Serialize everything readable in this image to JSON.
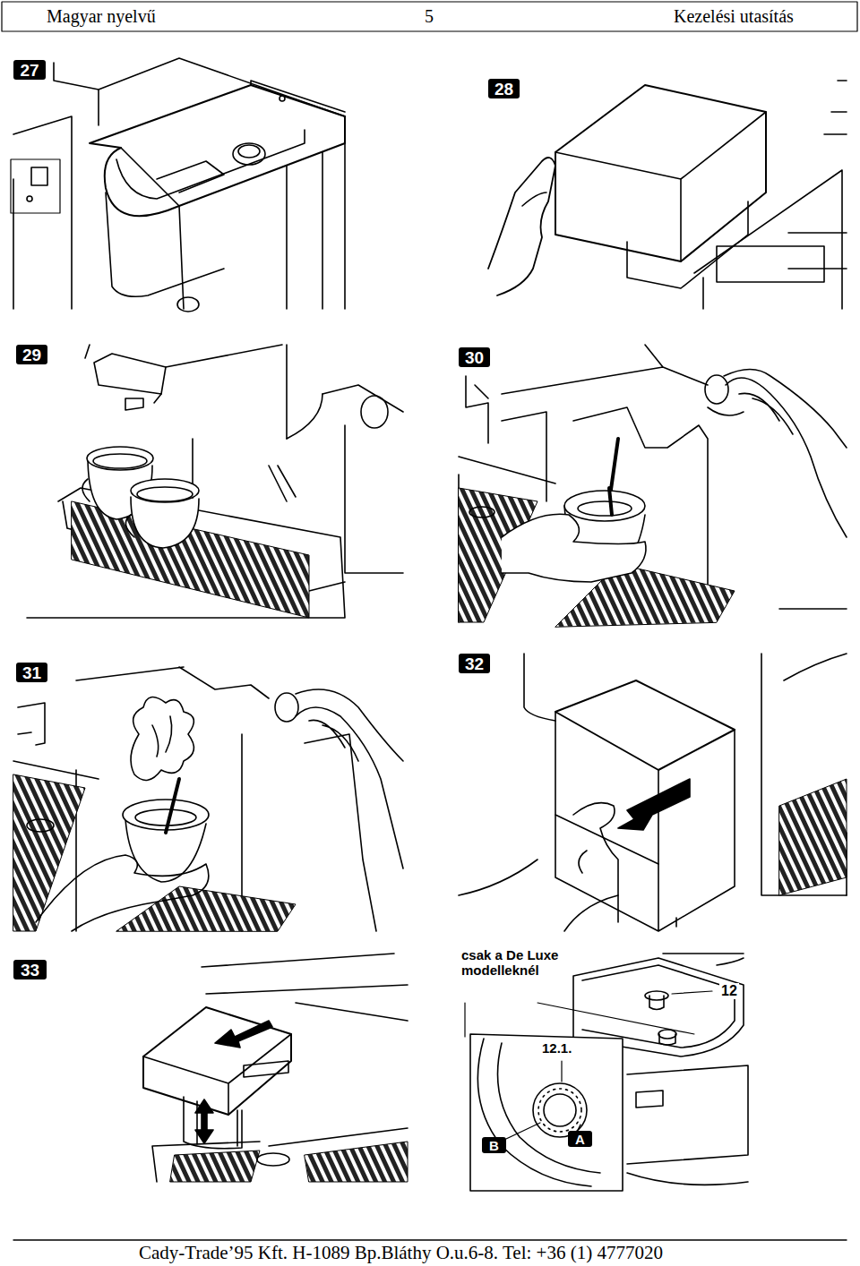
{
  "diagram": {
    "nodes": [
      {
        "text": [
          "27"
        ]
      },
      {
        "text": [
          "28"
        ]
      },
      {
        "text": [
          "29"
        ]
      },
      {
        "text": [
          "30"
        ]
      },
      {
        "text": [
          "31"
        ]
      },
      {
        "text": [
          "32"
        ]
      },
      {
        "text": [
          "33"
        ]
      },
      {
        "text": [
          "B"
        ]
      },
      {
        "text": [
          "A"
        ]
      }
    ],
    "labels": [
      "Magyar nyelvű",
      "5",
      "Kezelési utasítás",
      "csak a De Luxe modelleknél",
      "12",
      "12.1.",
      "Cady-Trade’95 Kft. H-1089 Bp.Bláthy O.u.6-8. Tel: +36 (1) 4777020"
    ]
  }
}
